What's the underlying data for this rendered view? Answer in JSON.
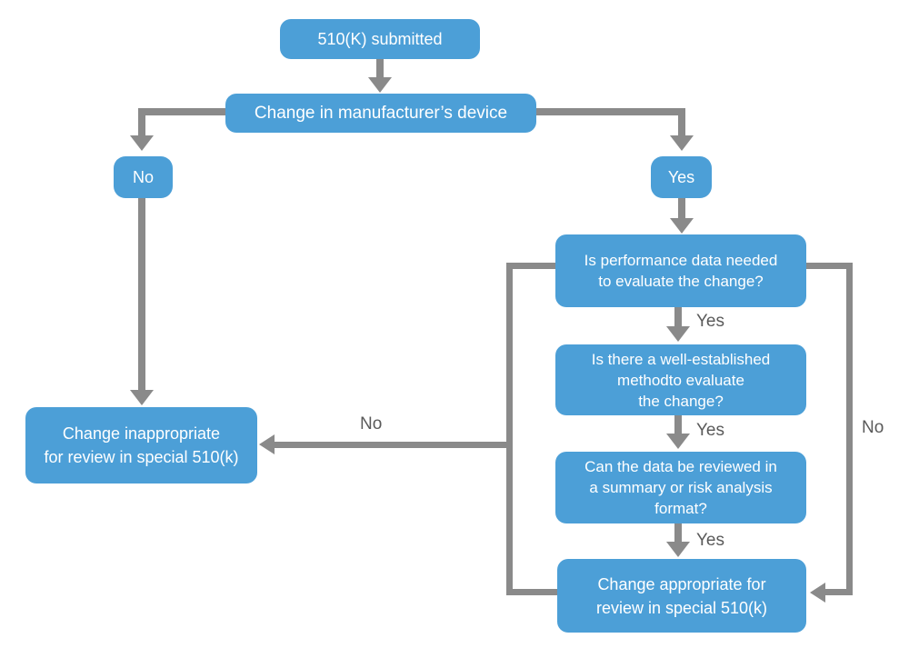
{
  "colors": {
    "node_fill": "#4C9FD7",
    "node_text": "#FFFFFF",
    "connector": "#8A8A8A",
    "edge_label_text": "#5A5A5A",
    "background": "#FFFFFF"
  },
  "nodes": {
    "submitted": {
      "lines": [
        "510(K) submitted"
      ]
    },
    "change_device": {
      "lines": [
        "Change in manufacturer’s device"
      ]
    },
    "no_branch": {
      "lines": [
        "No"
      ]
    },
    "yes_branch": {
      "lines": [
        "Yes"
      ]
    },
    "q_performance": {
      "lines": [
        "Is performance data needed",
        "to evaluate the change?"
      ]
    },
    "q_method": {
      "lines": [
        "Is there a well-established",
        "methodto evaluate",
        "the change?"
      ]
    },
    "q_summary": {
      "lines": [
        "Can the data be reviewed in",
        "a summary or risk analysis",
        "format?"
      ]
    },
    "appropriate": {
      "lines": [
        "Change appropriate for",
        "review in special 510(k)"
      ]
    },
    "inappropriate": {
      "lines": [
        "Change inappropriate",
        "for review in special 510(k)"
      ]
    }
  },
  "edge_labels": {
    "performance_yes": "Yes",
    "method_yes": "Yes",
    "summary_yes": "Yes",
    "inappropriate_no": "No",
    "right_rail_no": "No"
  }
}
